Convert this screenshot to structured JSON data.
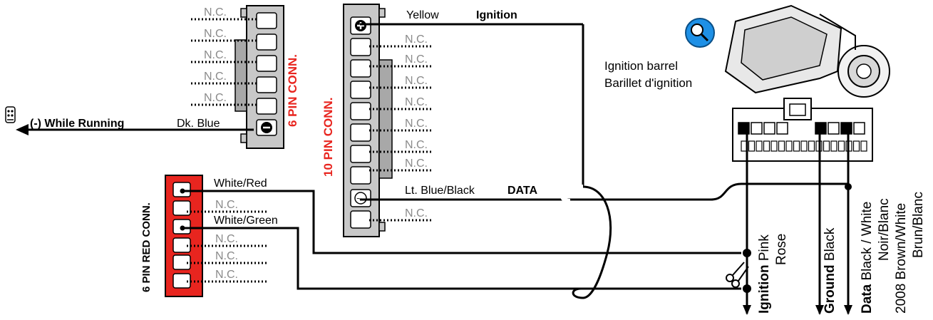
{
  "connectors": {
    "six_pin": {
      "title": "6 PIN CONN.",
      "nc": "N.C.",
      "pin_wire": "Dk. Blue",
      "output": "(-) While Running"
    },
    "ten_pin": {
      "title": "10 PIN CONN.",
      "pin1_color": "Yellow",
      "pin1_name": "Ignition",
      "nc": "N.C.",
      "data_color": "Lt. Blue/Black",
      "data_name": "DATA"
    },
    "six_pin_red": {
      "title": "6 PIN RED CONN.",
      "pin1": "White/Red",
      "pin3": "White/Green",
      "nc": "N.C."
    }
  },
  "barrel": {
    "label_en": "Ignition barrel",
    "label_fr": "Barillet d'ignition"
  },
  "vehicle_wires": {
    "ignition": {
      "name": "Ignition",
      "color": "Pink",
      "color_fr": "Rose"
    },
    "ground": {
      "name": "Ground",
      "color": "Black"
    },
    "data": {
      "name": "Data",
      "color": "Black / White",
      "color_fr": "Noir/Blanc",
      "alt_2008": "2008 Brown/White",
      "alt_2008_fr": "Brun/Blanc"
    }
  },
  "colors": {
    "red_text": "#e8251f",
    "connector_gray": "#c8c8c8",
    "red_connector": "#e8251f",
    "wire": "#000000"
  },
  "icons": [
    "remote-icon",
    "magnifier-icon",
    "scissors-icon"
  ]
}
